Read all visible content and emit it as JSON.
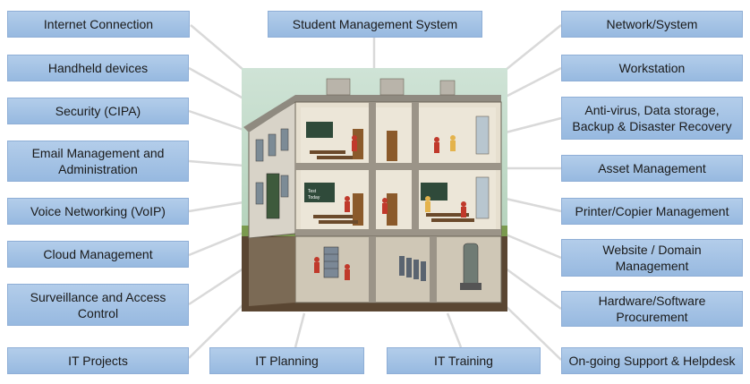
{
  "diagram": {
    "center_image": "school-building-cutaway-illustration",
    "center_chalkboard_text": "Test Today",
    "box_color": "#a7c4e6",
    "connector_color": "#d9d9d9",
    "labels": {
      "internet": "Internet Connection",
      "handheld": "Handheld devices",
      "security": "Security (CIPA)",
      "email": "Email Management and Administration",
      "voip": "Voice Networking (VoIP)",
      "cloud": "Cloud Management",
      "surveillance": "Surveillance and Access Control",
      "it_projects": "IT Projects",
      "student_mgmt": "Student Management System",
      "it_planning": "IT Planning",
      "it_training": "IT Training",
      "network": "Network/System",
      "workstation": "Workstation",
      "antivirus": "Anti-virus, Data storage, Backup & Disaster Recovery",
      "asset": "Asset Management",
      "printer": "Printer/Copier Management",
      "website": "Website / Domain Management",
      "hardware": "Hardware/Software Procurement",
      "support": "On-going Support & Helpdesk"
    }
  }
}
